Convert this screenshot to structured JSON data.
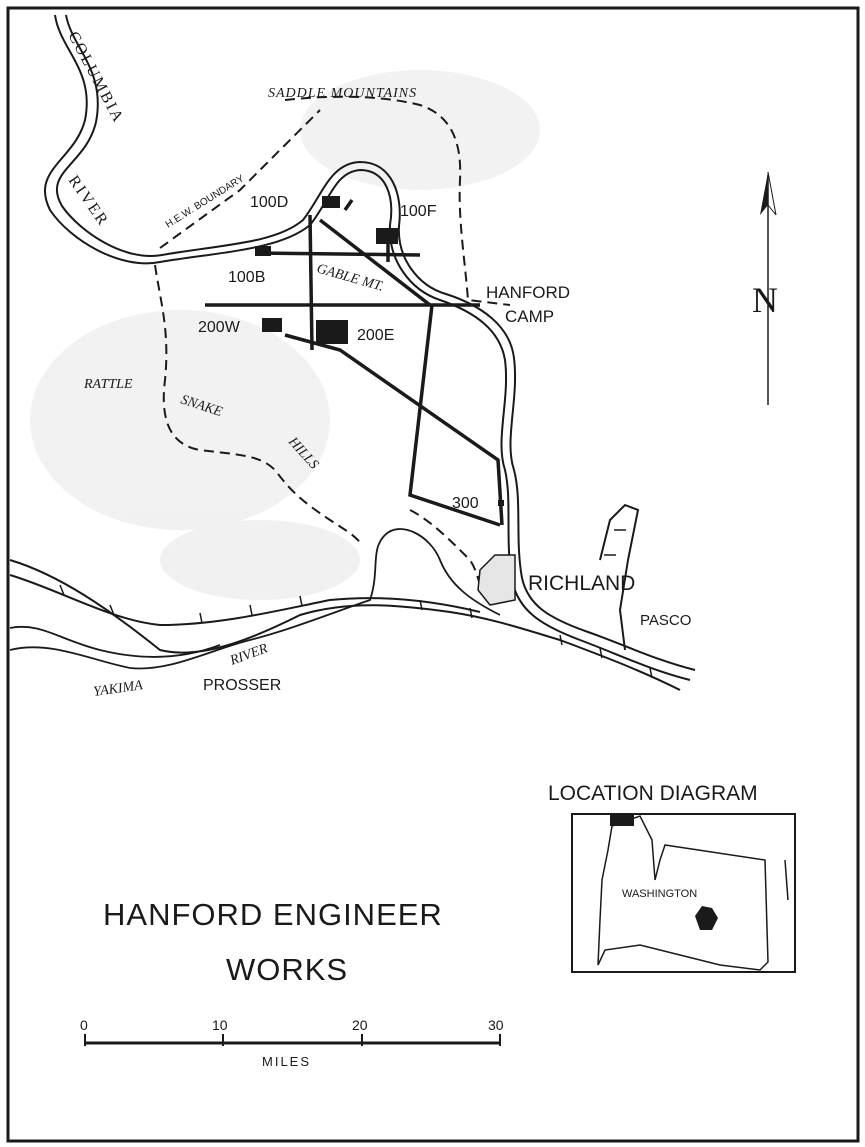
{
  "map": {
    "title_line1": "HANFORD ENGINEER",
    "title_line2": "WORKS",
    "labels": {
      "columbia": "COLUMBIA",
      "river_columbia": "RIVER",
      "saddle_mountains": "SADDLE MOUNTAINS",
      "boundary": "H.E.W. BOUNDARY",
      "gable_mt": "GABLE MT.",
      "rattle": "RATTLE",
      "snake": "SNAKE",
      "hills": "HILLS",
      "yakima": "YAKIMA",
      "yakima_river": "RIVER",
      "prosser": "PROSSER",
      "hanford": "HANFORD",
      "camp": "CAMP",
      "richland": "RICHLAND",
      "pasco": "PASCO"
    },
    "areas": {
      "a100D": "100D",
      "a100F": "100F",
      "a100B": "100B",
      "a200W": "200W",
      "a200E": "200E",
      "a300": "300"
    },
    "north": "N",
    "scale": {
      "ticks": [
        "0",
        "10",
        "20",
        "30"
      ],
      "unit": "MILES"
    },
    "location_diagram": {
      "title": "LOCATION DIAGRAM",
      "state": "WASHINGTON"
    },
    "colors": {
      "ink": "#1a1a1a",
      "paper": "#ffffff"
    }
  }
}
